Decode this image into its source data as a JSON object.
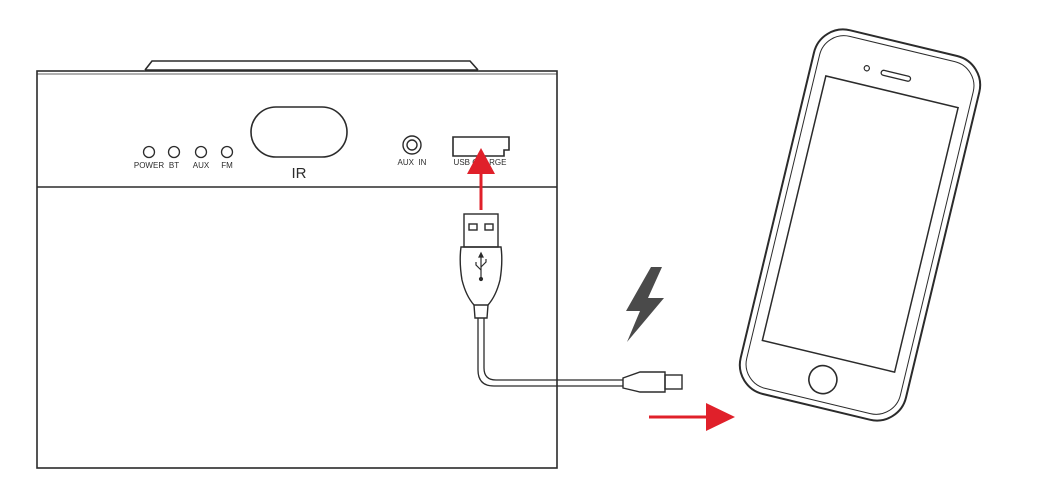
{
  "labels": {
    "led_power": "POWER",
    "led_bt": "BT",
    "led_aux": "AUX",
    "led_fm": "FM",
    "ir_window": "IR",
    "aux_in": "AUX  IN",
    "usb_charge": "USB CHARGE"
  },
  "colors": {
    "line": "#2b2b2b",
    "arrow": "#e0202a",
    "bolt": "#4a4a4a",
    "background": "#ffffff"
  },
  "icons": [
    "usb-symbol-icon",
    "lightning-bolt-icon",
    "home-button-icon"
  ]
}
